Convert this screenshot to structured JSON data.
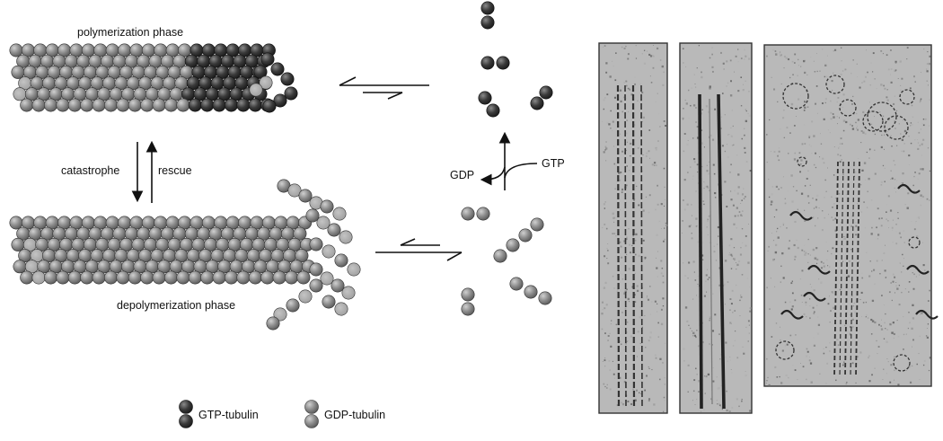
{
  "labels": {
    "polymerization": "polymerization phase",
    "depolymerization": "depolymerization phase",
    "catastrophe": "catastrophe",
    "rescue": "rescue",
    "gdp": "GDP",
    "gtp": "GTP"
  },
  "legend": [
    {
      "label": "GTP-tubulin",
      "kind": "gtp"
    },
    {
      "label": "GDP-tubulin",
      "kind": "gdp"
    }
  ],
  "colors": {
    "gtp_dark": "#2f2f2f",
    "gtp_light": "#7a7a7a",
    "gdp_dark": "#5a5a5a",
    "gdp_light": "#a8a8a8",
    "ring": "#9a9a9a",
    "micrograph_bg": "#b9b9b9"
  },
  "micrographs": [
    {
      "name": "micrograph-1",
      "pattern": "parallel-protofilaments"
    },
    {
      "name": "micrograph-2",
      "pattern": "straight-microtubule"
    },
    {
      "name": "micrograph-3",
      "pattern": "curling-protofilaments"
    }
  ]
}
